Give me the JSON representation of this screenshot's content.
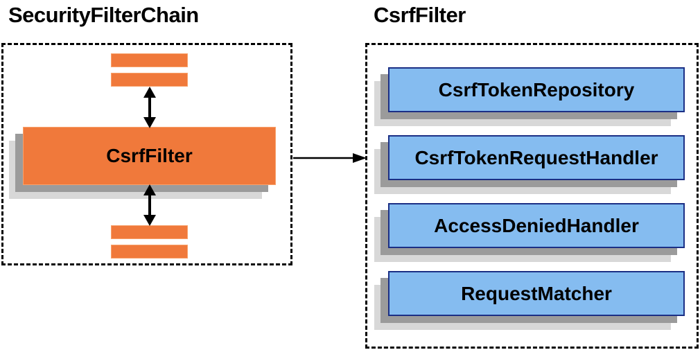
{
  "diagram": {
    "security_filter_chain": {
      "title": "SecurityFilterChain",
      "csrf_filter_label": "CsrfFilter"
    },
    "csrf_filter_detail": {
      "title": "CsrfFilter",
      "components": [
        {
          "label": "CsrfTokenRepository"
        },
        {
          "label": "CsrfTokenRequestHandler"
        },
        {
          "label": "AccessDeniedHandler"
        },
        {
          "label": "RequestMatcher"
        }
      ]
    },
    "colors": {
      "orange_fill": "#F0793B",
      "orange_border": "#F8A26C",
      "blue_fill": "#85BCF0",
      "blue_border": "#1B2F85",
      "shadow_dark": "#9B9B9B",
      "shadow_light": "#D8D8D8",
      "arrow": "#000000"
    }
  }
}
